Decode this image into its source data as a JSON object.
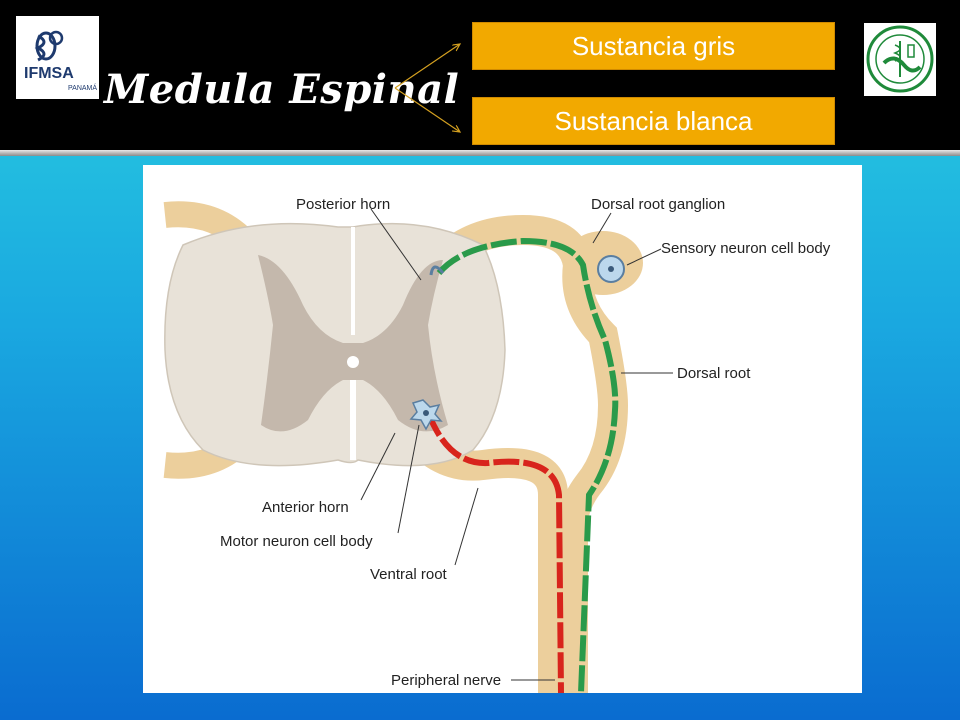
{
  "header": {
    "title": "Medula Espinal",
    "tags": [
      "Sustancia gris",
      "Sustancia blanca"
    ],
    "logo_left_text": "IFMSA",
    "logo_left_subtext": "PANAMÁ"
  },
  "diagram": {
    "labels": {
      "posterior_horn": "Posterior horn",
      "dorsal_root_ganglion": "Dorsal root ganglion",
      "sensory_neuron": "Sensory neuron cell body",
      "dorsal_root": "Dorsal root",
      "anterior_horn": "Anterior horn",
      "motor_neuron": "Motor neuron cell body",
      "ventral_root": "Ventral root",
      "peripheral_nerve": "Peripheral nerve"
    }
  },
  "colors": {
    "tag_orange": "#f2a900",
    "white_matter": "#e8e2d8",
    "gray_matter": "#c4b8ac",
    "nerve_tan": "#eccf9c",
    "motor_red": "#d8241c",
    "sensory_green": "#2a9a4a"
  }
}
